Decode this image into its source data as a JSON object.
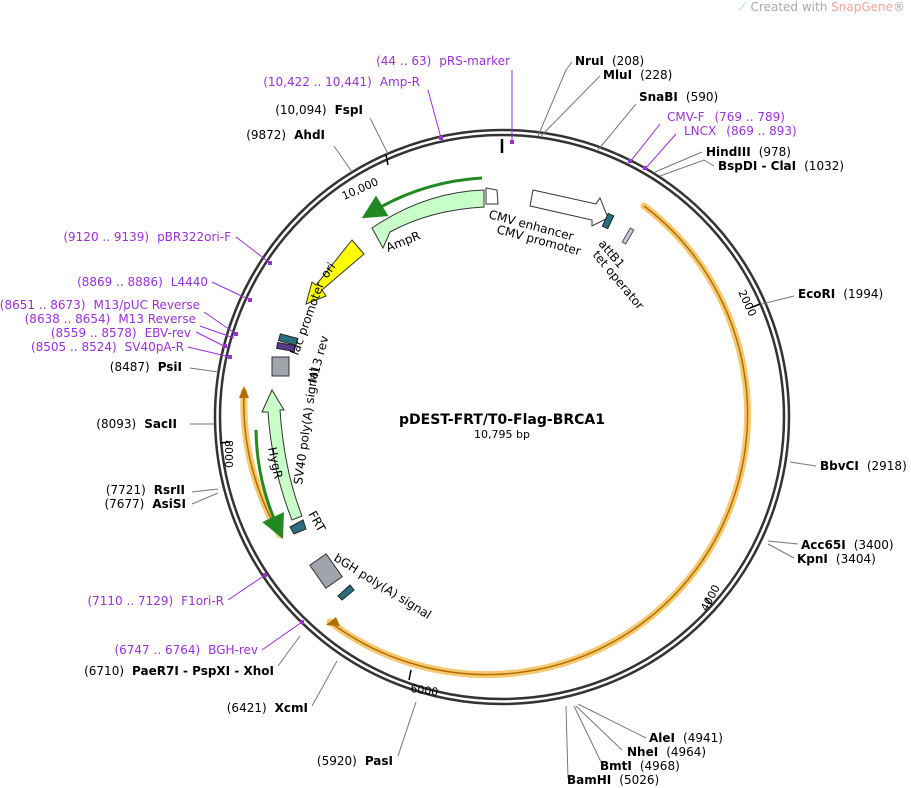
{
  "brand": {
    "prefix": "Created with",
    "name": "SnapGene",
    "mark": "®",
    "logo_icon": "snapgene-logo-icon"
  },
  "plasmid": {
    "name": "pDEST-FRT/T0-Flag-BRCA1",
    "length_label": "10,795 bp",
    "length": 10795
  },
  "ruler": [
    {
      "label": "10,000",
      "pos": 10000
    },
    {
      "label": "2000",
      "pos": 2000
    },
    {
      "label": "4000",
      "pos": 4000
    },
    {
      "label": "6000",
      "pos": 6000
    },
    {
      "label": "8000",
      "pos": 8000
    }
  ],
  "enzymes": [
    {
      "name": "NruI",
      "pos": "(208)"
    },
    {
      "name": "MluI",
      "pos": "(228)"
    },
    {
      "name": "SnaBI",
      "pos": "(590)"
    },
    {
      "name": "HindIII",
      "pos": "(978)"
    },
    {
      "name": "BspDI - ClaI",
      "pos": "(1032)"
    },
    {
      "name": "EcoRI",
      "pos": "(1994)"
    },
    {
      "name": "BbvCI",
      "pos": "(2918)"
    },
    {
      "name": "Acc65I",
      "pos": "(3400)"
    },
    {
      "name": "KpnI",
      "pos": "(3404)"
    },
    {
      "name": "AleI",
      "pos": "(4941)"
    },
    {
      "name": "NheI",
      "pos": "(4964)"
    },
    {
      "name": "BmtI",
      "pos": "(4968)"
    },
    {
      "name": "BamHI",
      "pos": "(5026)"
    },
    {
      "name": "PasI",
      "pos": "(5920)"
    },
    {
      "name": "XcmI",
      "pos": "(6421)"
    },
    {
      "name": "PaeR7I - PspXI - XhoI",
      "pos": "(6710)"
    },
    {
      "name": "AsiSI",
      "pos": "(7677)"
    },
    {
      "name": "RsrII",
      "pos": "(7721)"
    },
    {
      "name": "SacII",
      "pos": "(8093)"
    },
    {
      "name": "PsiI",
      "pos": "(8487)"
    },
    {
      "name": "AhdI",
      "pos": "(9872)"
    },
    {
      "name": "FspI",
      "pos": "(10,094)"
    }
  ],
  "primers": [
    {
      "name": "pRS-marker",
      "range": "(44 .. 63)"
    },
    {
      "name": "Amp-R",
      "range": "(10,422 .. 10,441)"
    },
    {
      "name": "CMV-F",
      "range": "(769 .. 789)"
    },
    {
      "name": "LNCX",
      "range": "(869 .. 893)"
    },
    {
      "name": "pBR322ori-F",
      "range": "(9120 .. 9139)"
    },
    {
      "name": "L4440",
      "range": "(8869 .. 8886)"
    },
    {
      "name": "M13/pUC Reverse",
      "range": "(8651 .. 8673)"
    },
    {
      "name": "M13 Reverse",
      "range": "(8638 .. 8654)"
    },
    {
      "name": "EBV-rev",
      "range": "(8559 .. 8578)"
    },
    {
      "name": "SV40pA-R",
      "range": "(8505 .. 8524)"
    },
    {
      "name": "F1ori-R",
      "range": "(7110 .. 7129)"
    },
    {
      "name": "BGH-rev",
      "range": "(6747 .. 6764)"
    }
  ],
  "features": [
    {
      "name": "CMV enhancer"
    },
    {
      "name": "CMV promoter"
    },
    {
      "name": "attB1"
    },
    {
      "name": "tet operator"
    },
    {
      "name": "AmpR"
    },
    {
      "name": "ori"
    },
    {
      "name": "lac promoter"
    },
    {
      "name": "M13 rev"
    },
    {
      "name": "SV40 poly(A) signal"
    },
    {
      "name": "HygR"
    },
    {
      "name": "FRT"
    },
    {
      "name": "bGH poly(A) signal"
    }
  ],
  "colors": {
    "backbone": "#333333",
    "primer": "#9b30d9",
    "ampr": "#c8ffc8",
    "ori": "#ffff00",
    "orf_orange": "#f0b040",
    "orf_green": "#228822",
    "promoter": "#ffffff",
    "terminator": "#a0a4ac",
    "site": "#2a6f80",
    "ruler_line": "#777777"
  }
}
